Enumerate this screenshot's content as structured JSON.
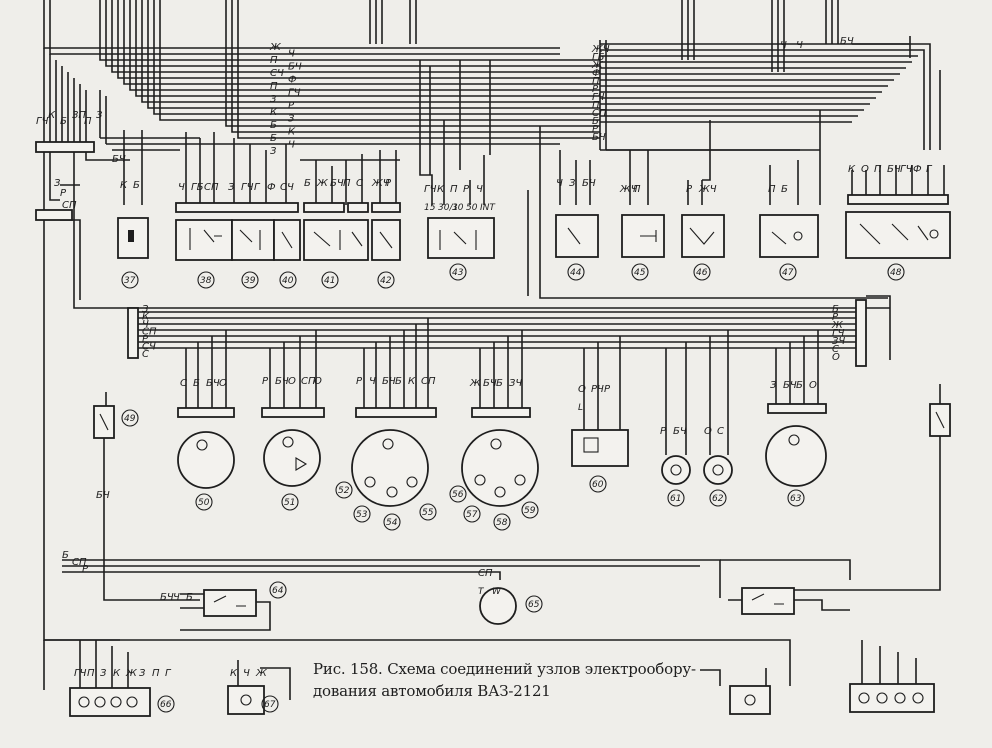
{
  "caption": "Рис. 158. Схема соединений узлов электрообору-\nдования автомобиля ВАЗ-2121",
  "wire_marks": {
    "top_harness": [
      "Ж",
      "Ч",
      "П",
      "БЧ",
      "СЧ",
      "Ф",
      "П",
      "ГЧ",
      "З",
      "Р",
      "К",
      "З",
      "Б",
      "К",
      "Б",
      "Ч",
      "З"
    ],
    "top_right": [
      "ЖЧ",
      "ГБ",
      "Ж",
      "Ф",
      "П",
      "Р",
      "ГЧ",
      "П",
      "СП",
      "Б",
      "Р",
      "БЧ"
    ],
    "top_right_extra": [
      "Ч",
      "Ч",
      "БЧ"
    ],
    "left_block": [
      "ГЧ",
      "К",
      "Б",
      "ЗП",
      "П",
      "З"
    ],
    "left_side": [
      "БЧ",
      "З",
      "Р",
      "СП"
    ],
    "middle_block_left": [
      "З",
      "К",
      "Ч",
      "СП",
      "Р",
      "СЧ",
      "С"
    ],
    "middle_block_right": [
      "Б",
      "Р",
      "Ж",
      "ГЧ",
      "ЗЧ",
      "С",
      "О"
    ],
    "bottom_bus": [
      "Б",
      "СП",
      "Р"
    ]
  },
  "components": [
    {
      "num": "37",
      "wires": [
        "К",
        "Б"
      ]
    },
    {
      "num": "38",
      "wires": [
        "Ч",
        "ГБ",
        "СП"
      ]
    },
    {
      "num": "39",
      "wires": [
        "З",
        "ГЧ",
        "Г",
        "Ф"
      ]
    },
    {
      "num": "40",
      "wires": [
        "СЧ"
      ]
    },
    {
      "num": "41",
      "wires": [
        "Б",
        "Ж",
        "БЧ",
        "П",
        "С"
      ]
    },
    {
      "num": "42",
      "wires": [
        "ЖЧ",
        "Р"
      ]
    },
    {
      "num": "43",
      "wires": [
        "ГЧ",
        "К",
        "П",
        "Р",
        "Ч"
      ],
      "pins": [
        "15",
        "30/1",
        "30",
        "50",
        "INT"
      ]
    },
    {
      "num": "44",
      "wires": [
        "Ч",
        "З",
        "БЧ"
      ]
    },
    {
      "num": "45",
      "wires": [
        "ЖЧ",
        "П"
      ]
    },
    {
      "num": "46",
      "wires": [
        "Р",
        "ЖЧ"
      ]
    },
    {
      "num": "47",
      "wires": [
        "П",
        "Б"
      ]
    },
    {
      "num": "48",
      "wires": [
        "К",
        "О",
        "П",
        "БЧ",
        "ГЧ",
        "Ф",
        "Г"
      ]
    },
    {
      "num": "49",
      "wires": [
        "БЧ"
      ]
    },
    {
      "num": "50",
      "wires": [
        "С",
        "Б",
        "БЧ",
        "О"
      ]
    },
    {
      "num": "51",
      "wires": [
        "Р",
        "БЧ",
        "О",
        "СП",
        "О"
      ]
    },
    {
      "num": "52",
      "wires": [
        "Р",
        "Ч",
        "БЧ",
        "Б",
        "К",
        "СП"
      ]
    },
    {
      "num": "53",
      "wires": []
    },
    {
      "num": "54",
      "wires": []
    },
    {
      "num": "55",
      "wires": []
    },
    {
      "num": "56",
      "wires": [
        "Ж",
        "БЧ",
        "Б",
        "ЗЧ"
      ]
    },
    {
      "num": "57",
      "wires": []
    },
    {
      "num": "58",
      "wires": []
    },
    {
      "num": "59",
      "wires": []
    },
    {
      "num": "60",
      "wires": [
        "О",
        "РЧ",
        "Р"
      ],
      "pins": [
        "L"
      ]
    },
    {
      "num": "61",
      "wires": [
        "Р",
        "БЧ"
      ]
    },
    {
      "num": "62",
      "wires": [
        "О",
        "С"
      ]
    },
    {
      "num": "63",
      "wires": [
        "З",
        "БЧ",
        "Б",
        "О"
      ]
    },
    {
      "num": "64",
      "wires": [
        "БЧ",
        "Ч",
        "Б"
      ]
    },
    {
      "num": "65",
      "wires": [
        "СП"
      ],
      "pins": [
        "T",
        "W"
      ]
    },
    {
      "num": "66",
      "wires": [
        "ГЧ",
        "П",
        "З",
        "К",
        "Ж",
        "З",
        "П",
        "Г"
      ]
    },
    {
      "num": "67",
      "wires": [
        "К",
        "Ч",
        "Ж"
      ]
    }
  ]
}
